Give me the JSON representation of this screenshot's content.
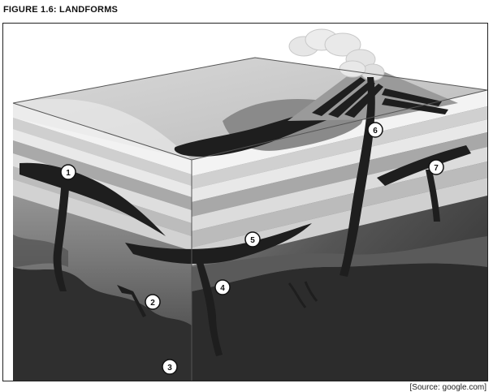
{
  "figure": {
    "title": "FIGURE 1.6: LANDFORMS",
    "source": "[Source: google.com]"
  },
  "markers": [
    {
      "id": "1",
      "label": "1"
    },
    {
      "id": "2",
      "label": "2"
    },
    {
      "id": "3",
      "label": "3"
    },
    {
      "id": "4",
      "label": "4"
    },
    {
      "id": "5",
      "label": "5"
    },
    {
      "id": "6",
      "label": "6"
    },
    {
      "id": "7",
      "label": "7"
    }
  ],
  "colors": {
    "rock_dark": "#3a3a3a",
    "rock_mid": "#6a6a6a",
    "rock_base": "#2e2e2e",
    "magma": "#1e1e1e",
    "layer_light": "#d8d8d8",
    "layer_white": "#f2f2f2",
    "ash": "#e8e8e8"
  }
}
